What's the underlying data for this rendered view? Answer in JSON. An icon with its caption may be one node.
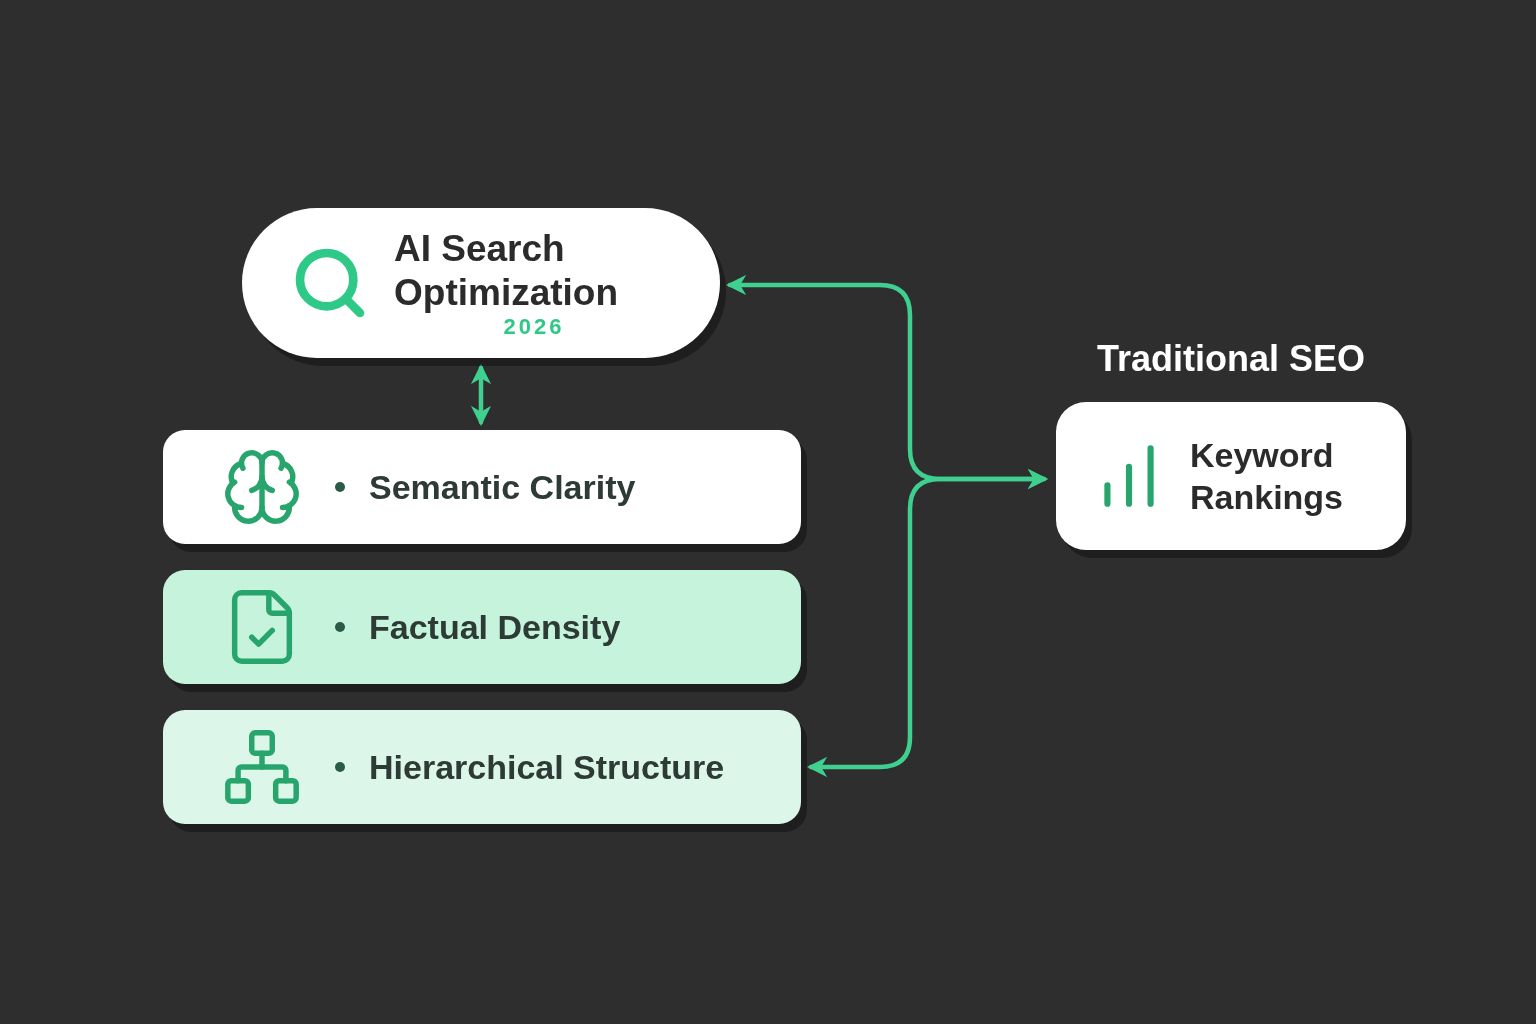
{
  "diagram": {
    "nodes": [
      {
        "text": [
          "AI Search Optimization",
          "2026"
        ]
      },
      {
        "text": [
          "Semantic Clarity"
        ]
      },
      {
        "text": [
          "Factual Density"
        ]
      },
      {
        "text": [
          "Hierarchical Structure"
        ]
      },
      {
        "text": [
          "Keyword Rankings"
        ],
        "beside": [
          "Traditional SEO"
        ]
      }
    ],
    "edges": [
      {
        "from": 0,
        "to": 1,
        "arrow": "both"
      },
      {
        "from": 0,
        "to": 4,
        "arrow": "both"
      },
      {
        "from": 3,
        "to": 4,
        "arrow": "both"
      }
    ]
  }
}
